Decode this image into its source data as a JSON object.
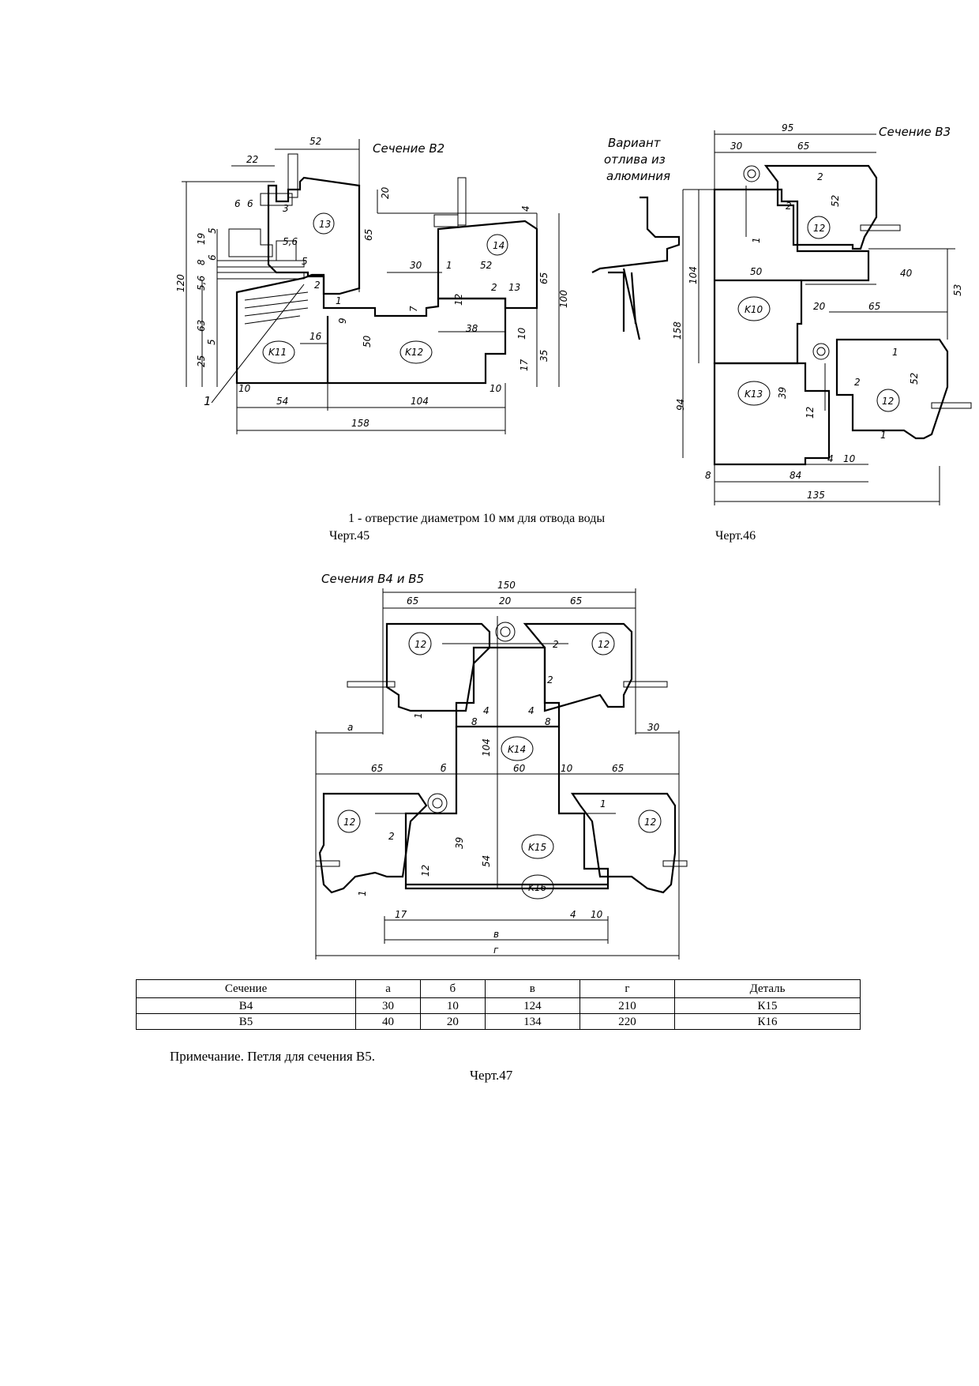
{
  "drawing45": {
    "section_title": "Сечение В2",
    "dimensions": [
      "52",
      "22",
      "6",
      "6",
      "3",
      "20",
      "4",
      "19",
      "5",
      "5",
      "6",
      "8",
      "5,6",
      "5",
      "120",
      "63",
      "25",
      "5",
      "65",
      "13",
      "14",
      "30",
      "1",
      "52",
      "12",
      "2",
      "13",
      "65",
      "100",
      "2",
      "1",
      "9",
      "7",
      "38",
      "10",
      "16",
      "50",
      "K11",
      "K12",
      "35",
      "17",
      "10",
      "10",
      "54",
      "104",
      "158",
      "1"
    ],
    "leader": "1"
  },
  "drawing46": {
    "section_title": "Сечение В3",
    "variant_label": [
      "Вариант",
      "отлива из",
      "алюминия"
    ],
    "dimensions": [
      "95",
      "30",
      "65",
      "2",
      "2",
      "52",
      "12",
      "1",
      "104",
      "158",
      "50",
      "K10",
      "40",
      "53",
      "20",
      "65",
      "1",
      "K13",
      "39",
      "2",
      "52",
      "12",
      "12",
      "1",
      "94",
      "4",
      "10",
      "8",
      "84",
      "135"
    ]
  },
  "caption_note": "1 - отверстие диаметром 10 мм для отвода воды",
  "caption_45": "Черт.45",
  "caption_46": "Черт.46",
  "drawing47": {
    "section_title": "Сечения В4 и В5",
    "dimensions": [
      "150",
      "65",
      "20",
      "65",
      "12",
      "12",
      "2",
      "2",
      "1",
      "4",
      "4",
      "8",
      "8",
      "104",
      "K14",
      "а",
      "30",
      "65",
      "б",
      "60",
      "10",
      "65",
      "12",
      "12",
      "1",
      "2",
      "39",
      "K15",
      "54",
      "K16",
      "12",
      "1",
      "17",
      "в",
      "4",
      "10",
      "г"
    ]
  },
  "table": {
    "headers": [
      "Сечение",
      "а",
      "б",
      "в",
      "г",
      "Деталь"
    ],
    "rows": [
      [
        "В4",
        "30",
        "10",
        "124",
        "210",
        "К15"
      ],
      [
        "В5",
        "40",
        "20",
        "134",
        "220",
        "К16"
      ]
    ]
  },
  "note": "Примечание. Петля для сечения В5.",
  "caption_47": "Черт.47"
}
